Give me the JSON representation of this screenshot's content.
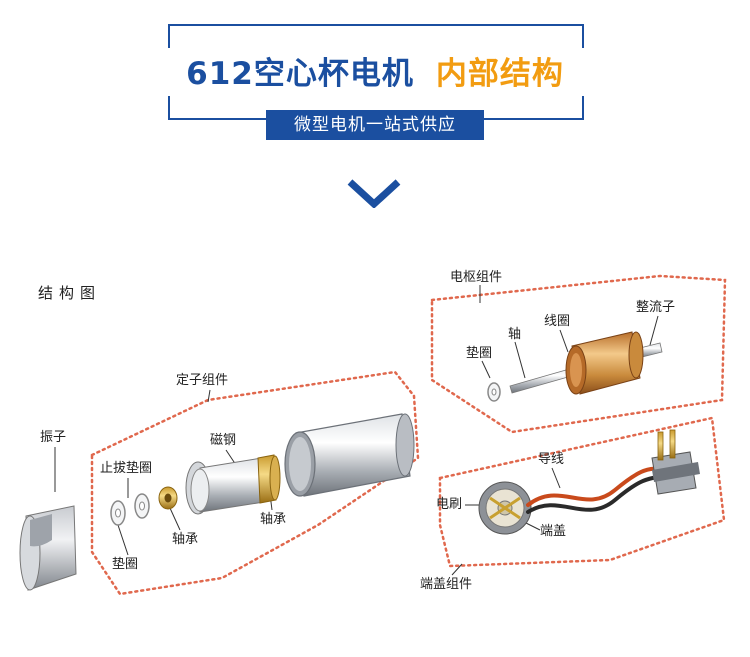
{
  "header": {
    "title_main": "612空心杯电机",
    "title_sub": "内部结构",
    "banner": "微型电机一站式供应"
  },
  "diagram": {
    "heading": "结构图",
    "labels": {
      "armature_group": "电枢组件",
      "commutator": "整流子",
      "coil": "线圈",
      "shaft": "轴",
      "armature_washer": "垫圈",
      "stator_group": "定子组件",
      "vibrator": "振子",
      "stop_washer": "止拔垫圈",
      "magnet": "磁钢",
      "washer": "垫圈",
      "bearing_left": "轴承",
      "bearing_right": "轴承",
      "lead_wire": "导线",
      "brush": "电刷",
      "end_cap": "端盖",
      "end_cap_group": "端盖组件"
    }
  },
  "colors": {
    "brand_blue": "#1b4fa0",
    "accent_orange": "#f29c11",
    "dotted_red": "#e0684d"
  }
}
